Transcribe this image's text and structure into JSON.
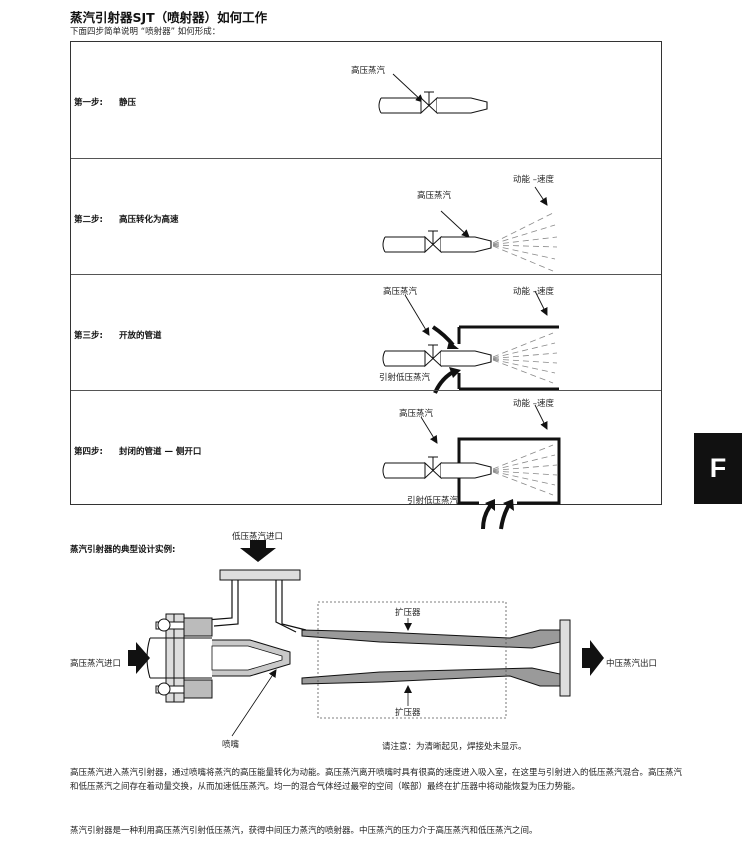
{
  "header": {
    "title": "蒸汽引射器SJT（喷射器）如何工作",
    "subtitle": "下面四步简单说明 “喷射器” 如何形成："
  },
  "steps": [
    {
      "number": "第一步:",
      "name": "静压",
      "labels": {
        "hp_steam": "高压蒸汽"
      }
    },
    {
      "number": "第二步:",
      "name": "高压转化为高速",
      "labels": {
        "hp_steam": "高压蒸汽",
        "kinetic": "动能 –速度"
      }
    },
    {
      "number": "第三步:",
      "name": "开放的管道",
      "labels": {
        "hp_steam": "高压蒸汽",
        "kinetic": "动能 –速度",
        "entrained": "引射低压蒸汽"
      }
    },
    {
      "number": "第四步:",
      "name": "封闭的管道 — 侧开口",
      "labels": {
        "hp_steam": "高压蒸汽",
        "kinetic": "动能 –速度",
        "entrained": "引射低压蒸汽"
      }
    }
  ],
  "side_tab": {
    "letter": "F"
  },
  "example": {
    "title": "蒸汽引射器的典型设计实例:",
    "labels": {
      "lp_inlet": "低压蒸汽进口",
      "hp_inlet": "高压蒸汽进口",
      "mp_outlet": "中压蒸汽出口",
      "diffuser_top": "扩压器",
      "diffuser_bottom": "扩压器",
      "nozzle": "喷嘴",
      "note": "请注意：为清晰起见，焊接处未显示。"
    }
  },
  "paragraphs": [
    "高压蒸汽进入蒸汽引射器，通过喷嘴将蒸汽的高压能量转化为动能。高压蒸汽离开喷嘴时具有很高的速度进入吸入室，在这里与引射进入的低压蒸汽混合。高压蒸汽和低压蒸汽之间存在着动量交换，从而加速低压蒸汽。均一的混合气体经过最窄的空间（喉部）最终在扩压器中将动能恢复为压力势能。",
    "蒸汽引射器是一种利用高压蒸汽引射低压蒸汽，获得中间压力蒸汽的喷射器。中压蒸汽的压力介于高压蒸汽和低压蒸汽之间。"
  ]
}
